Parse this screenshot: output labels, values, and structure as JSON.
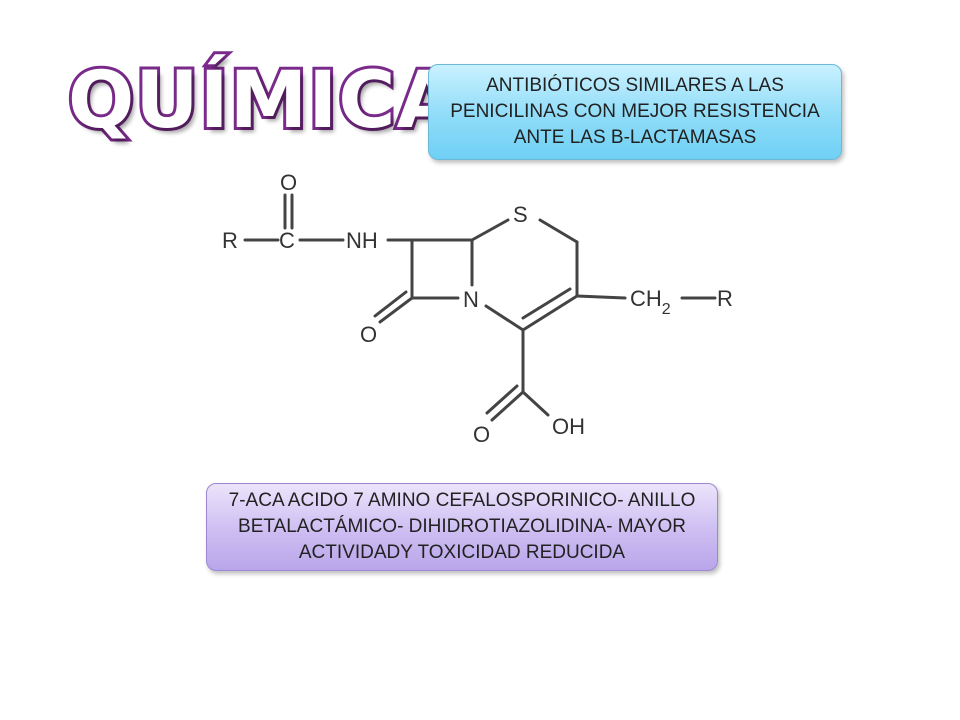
{
  "title": "QUÍMICA",
  "info_box_top": {
    "text": "ANTIBIÓTICOS SIMILARES A LAS PENICILINAS CON MEJOR RESISTENCIA ANTE LAS B-LACTAMASAS"
  },
  "info_box_bottom": {
    "text": "7-ACA ACIDO 7 AMINO CEFALOSPORINICO- ANILLO BETALACTÁMICO- DIHIDROTIAZOLIDINA- MAYOR ACTIVIDADY TOXICIDAD REDUCIDA"
  },
  "structure_labels": {
    "r_left": "R",
    "c": "C",
    "o_top": "O",
    "nh": "NH",
    "s": "S",
    "n": "N",
    "o_lactam": "O",
    "ch2": "CH",
    "ch2_sub": "2",
    "r_right": "R",
    "o_acid": "O",
    "oh": "OH"
  },
  "colors": {
    "title_outline": "#7a2a8a",
    "box_top_fill": "#8fdcf8",
    "box_bottom_fill": "#cdbdf2"
  }
}
